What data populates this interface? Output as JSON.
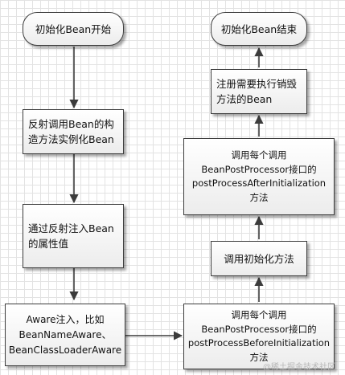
{
  "diagram": {
    "start": "初始化Bean开始",
    "end": "初始化Bean结束",
    "step1": "反射调用Bean的构\n造方法实例化Bean",
    "step2": "通过反射注入Bean\n的属性值",
    "step3": "Aware注入，比如\nBeanNameAware、\nBeanClassLoaderAware",
    "step4": "调用每个调用\nBeanPostProcessor接口的\npostProcessBeforeInitialization\n方法",
    "step5": "调用初始化方法",
    "step6": "调用每个调用\nBeanPostProcessor接口的\npostProcessAfterInitialization\n方法",
    "step7": "注册需要执行销毁\n方法的Bean"
  },
  "watermark": "@稀土掘金技术社区",
  "colors": {
    "arrow": "#3c3c3c",
    "border": "#3c3c3c",
    "grid": "#e3e3e3"
  }
}
